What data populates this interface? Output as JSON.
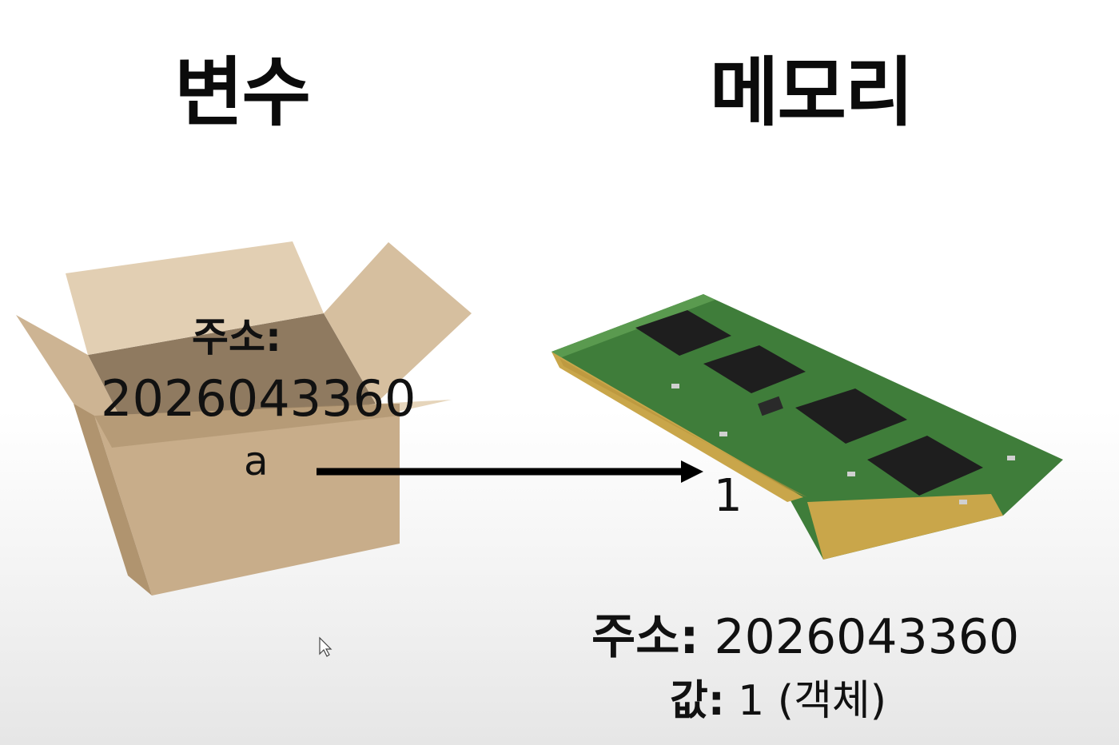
{
  "titles": {
    "variable": "변수",
    "memory": "메모리"
  },
  "box": {
    "address_label": "주소:",
    "address_value": "2026043360",
    "variable_name": "a",
    "image_name": "cardboard-box"
  },
  "memory": {
    "image_name": "ram-module",
    "cell_value": "1",
    "address_label": "주소:",
    "address_value": "2026043360",
    "value_label": "값:",
    "value_text": "1 (객체)"
  },
  "arrow_name": "reference-arrow",
  "colors": {
    "box_light": "#d9c5a8",
    "box_mid": "#c4a886",
    "box_dark": "#8f7a60",
    "pcb_green": "#3f7d3a",
    "chip_black": "#1e1e1e",
    "gold_pins": "#c9a64a",
    "text": "#111111"
  }
}
